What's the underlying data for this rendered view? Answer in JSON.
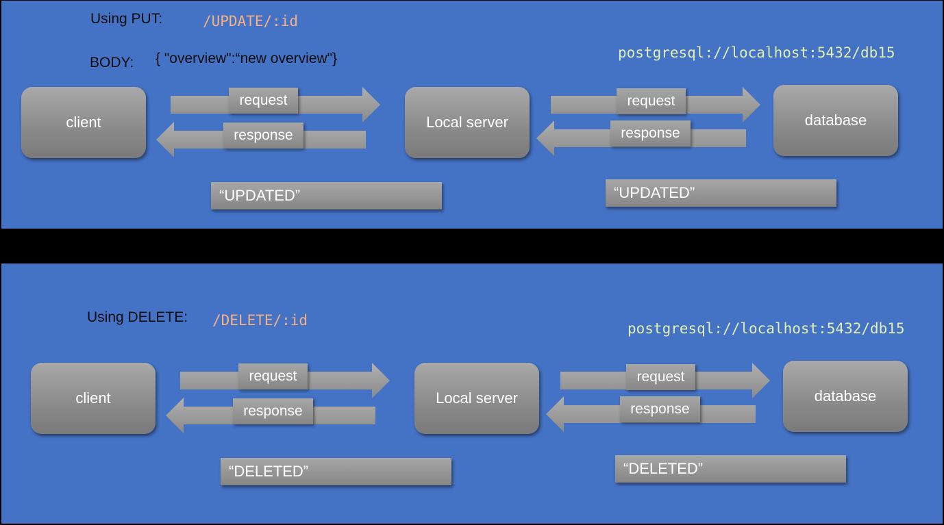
{
  "colors": {
    "panel_background": "#4472C4",
    "separator": "#000000",
    "route_text": "#F4B183",
    "db_url_text": "#E2EFB0",
    "node_fill": "#9a9a9a",
    "label_text": "#ffffff"
  },
  "update": {
    "method_label": "Using PUT:",
    "route": "/UPDATE/:id",
    "body_label": "BODY:",
    "body_value": "{  \"overview\":“new overview\"}",
    "db_url": "postgresql://localhost:5432/db15",
    "nodes": {
      "client": "client",
      "server": "Local server",
      "database": "database"
    },
    "arrows": {
      "client_request": "request",
      "client_response": "response",
      "server_request": "request",
      "server_response": "response"
    },
    "results": {
      "client_side": "“UPDATED”",
      "server_side": "“UPDATED”"
    }
  },
  "delete": {
    "method_label": "Using DELETE:",
    "route": "/DELETE/:id",
    "db_url": "postgresql://localhost:5432/db15",
    "nodes": {
      "client": "client",
      "server": "Local server",
      "database": "database"
    },
    "arrows": {
      "client_request": "request",
      "client_response": "response",
      "server_request": "request",
      "server_response": "response"
    },
    "results": {
      "client_side": "“DELETED”",
      "server_side": "“DELETED”"
    }
  }
}
